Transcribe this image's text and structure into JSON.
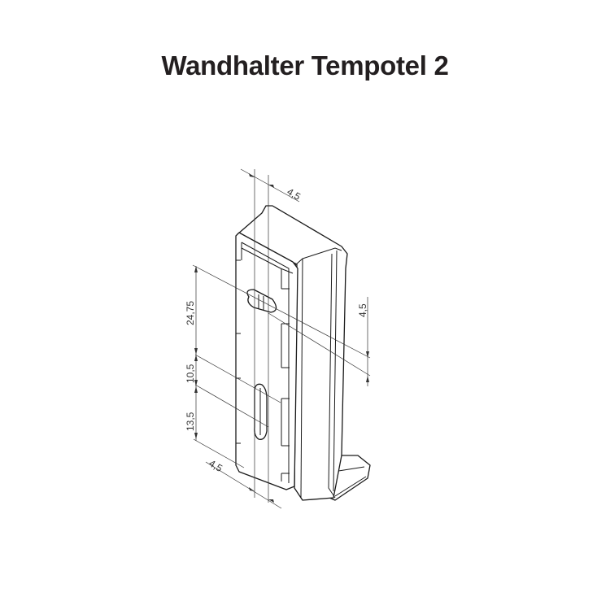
{
  "title": "Wandhalter Tempotel 2",
  "dimensions": {
    "top_width": "4,5",
    "right_offset": "4,5",
    "upper_height": "24,75",
    "slot_gap": "10,5",
    "lower_height": "13,5",
    "bottom_width": "4,5"
  }
}
